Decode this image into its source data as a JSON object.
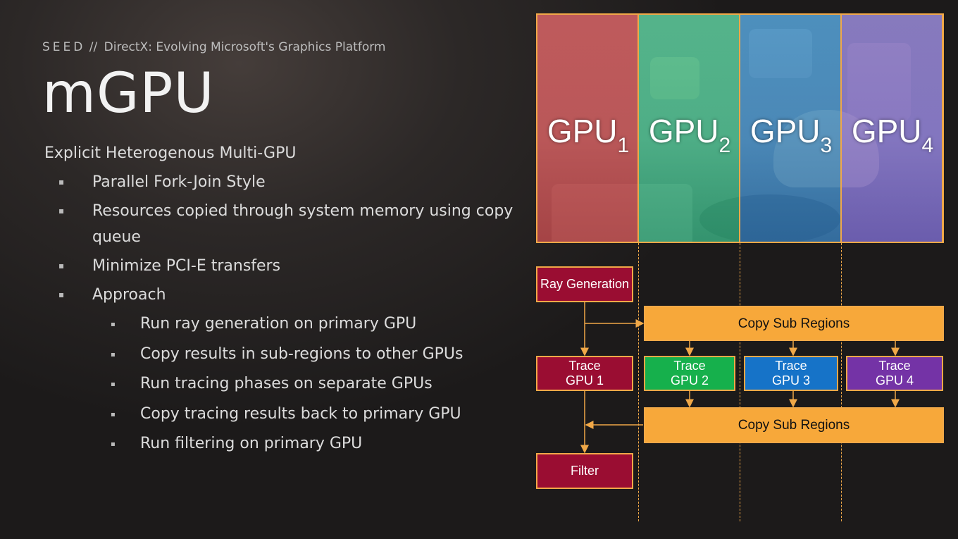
{
  "header": {
    "seed": "SEED",
    "separator": "//",
    "subtitle": "DirectX: Evolving Microsoft's Graphics Platform"
  },
  "title": "mGPU",
  "intro": "Explicit Heterogenous Multi-GPU",
  "bullets": [
    "Parallel Fork-Join Style",
    "Resources copied through system memory using copy queue",
    "Minimize PCI-E transfers",
    "Approach"
  ],
  "sub_bullets": [
    "Run ray generation on primary GPU",
    "Copy results in sub-regions to other GPUs",
    "Run tracing phases on separate GPUs",
    "Copy tracing results back to primary GPU",
    "Run filtering on primary GPU"
  ],
  "gpu_regions": [
    {
      "label": "GPU",
      "index": "1"
    },
    {
      "label": "GPU",
      "index": "2"
    },
    {
      "label": "GPU",
      "index": "3"
    },
    {
      "label": "GPU",
      "index": "4"
    }
  ],
  "diagram": {
    "ray_generation": "Ray Generation",
    "copy_sub_regions_1": "Copy Sub Regions",
    "copy_sub_regions_2": "Copy Sub Regions",
    "trace": [
      "Trace GPU 1",
      "Trace GPU 2",
      "Trace GPU 3",
      "Trace GPU 4"
    ],
    "filter": "Filter"
  },
  "colors": {
    "accent": "#f0a848",
    "gpu1": "#9a0d32",
    "gpu2": "#16b04c",
    "gpu3": "#1673c8",
    "gpu4": "#7433a6",
    "copy": "#f7a83a"
  }
}
